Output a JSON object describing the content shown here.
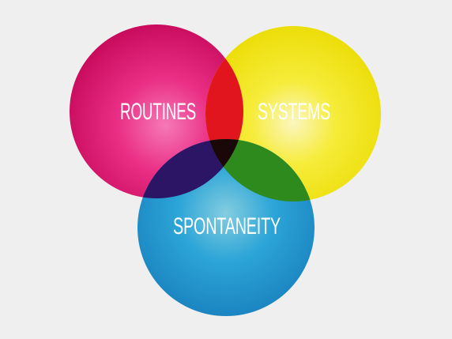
{
  "venn": {
    "circles": [
      {
        "id": "routines",
        "label": "ROUTINES",
        "color": "#e40d6a"
      },
      {
        "id": "systems",
        "label": "SYSTEMS",
        "color": "#f3e600"
      },
      {
        "id": "spontaneity",
        "label": "SPONTANEITY",
        "color": "#2b9fd3"
      }
    ],
    "overlap_colors": {
      "routines_systems": "#e0151d",
      "routines_spontaneity": "#2c1565",
      "systems_spontaneity": "#2f8a1e",
      "all_three": "#1a0808"
    },
    "background": "#efefef"
  }
}
